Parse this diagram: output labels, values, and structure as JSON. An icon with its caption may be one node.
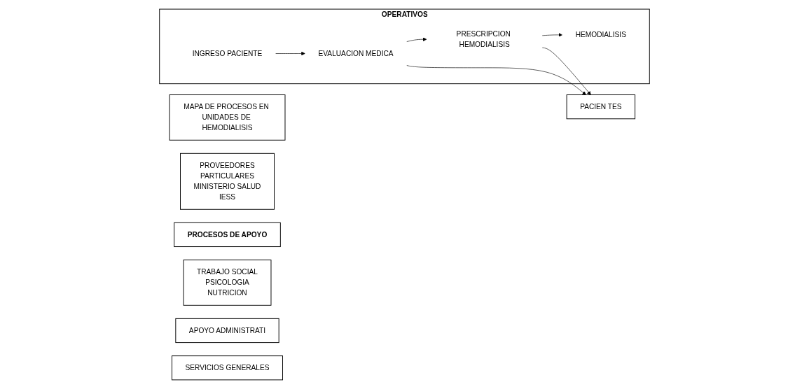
{
  "diagram": {
    "nodes": [
      {
        "text": [
          "MAPA DE PROCESOS EN UNIDADES DE HEMODIALISIS"
        ]
      },
      {
        "text": [
          "PROVEEDORES",
          "PARTICULARES",
          "MINISTERIO SALUD",
          "IESS"
        ]
      },
      {
        "text": [
          "OPERATIVOS"
        ]
      },
      {
        "text": [
          "INGRESO PACIENTE"
        ],
        "in": 2
      },
      {
        "text": [
          "EVALUACION MEDICA"
        ],
        "in": 2
      },
      {
        "text": [
          "PRESCRIPCION HEMODIALISIS"
        ],
        "in": 2
      },
      {
        "text": [
          "HEMODIALISIS"
        ],
        "in": 2
      },
      {
        "text": [
          "PACIEN TES"
        ]
      },
      {
        "text": [
          "PROCESOS DE APOYO"
        ]
      },
      {
        "text": [
          "TRABAJO SOCIAL",
          "PSICOLOGIA",
          "NUTRICION"
        ]
      },
      {
        "text": [
          "APOYO ADMINISTRATI"
        ]
      },
      {
        "text": [
          "SERVICIOS GENERALES"
        ]
      }
    ],
    "edges": [
      {
        "from": 3,
        "to": 4,
        "arrow": "to"
      },
      {
        "from": 4,
        "to": 5,
        "arrow": "to"
      },
      {
        "from": 4,
        "to": 7,
        "arrow": "to"
      },
      {
        "from": 5,
        "to": 7,
        "arrow": "to"
      },
      {
        "from": 5,
        "to": 6,
        "arrow": "to"
      }
    ]
  }
}
